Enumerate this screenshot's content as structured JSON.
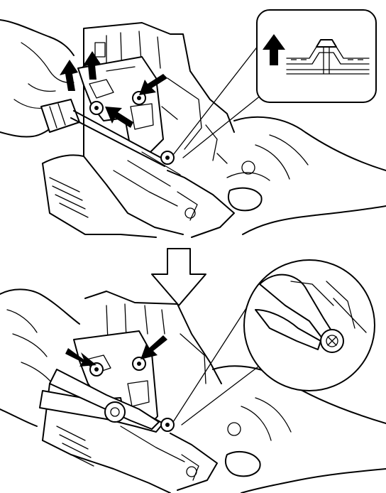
{
  "diagram": {
    "kind": "two-step removal illustration",
    "panels": [
      {
        "step": 1,
        "icon": "pry-up-screwdriver-icon",
        "detail": "inset-lift-callout",
        "arrows": 4
      },
      {
        "step": 2,
        "icon": "pliers-icon",
        "detail": "clip-circle-callout",
        "arrows": 2
      }
    ],
    "colors": {
      "ink": "#000000",
      "paper": "#ffffff"
    }
  }
}
